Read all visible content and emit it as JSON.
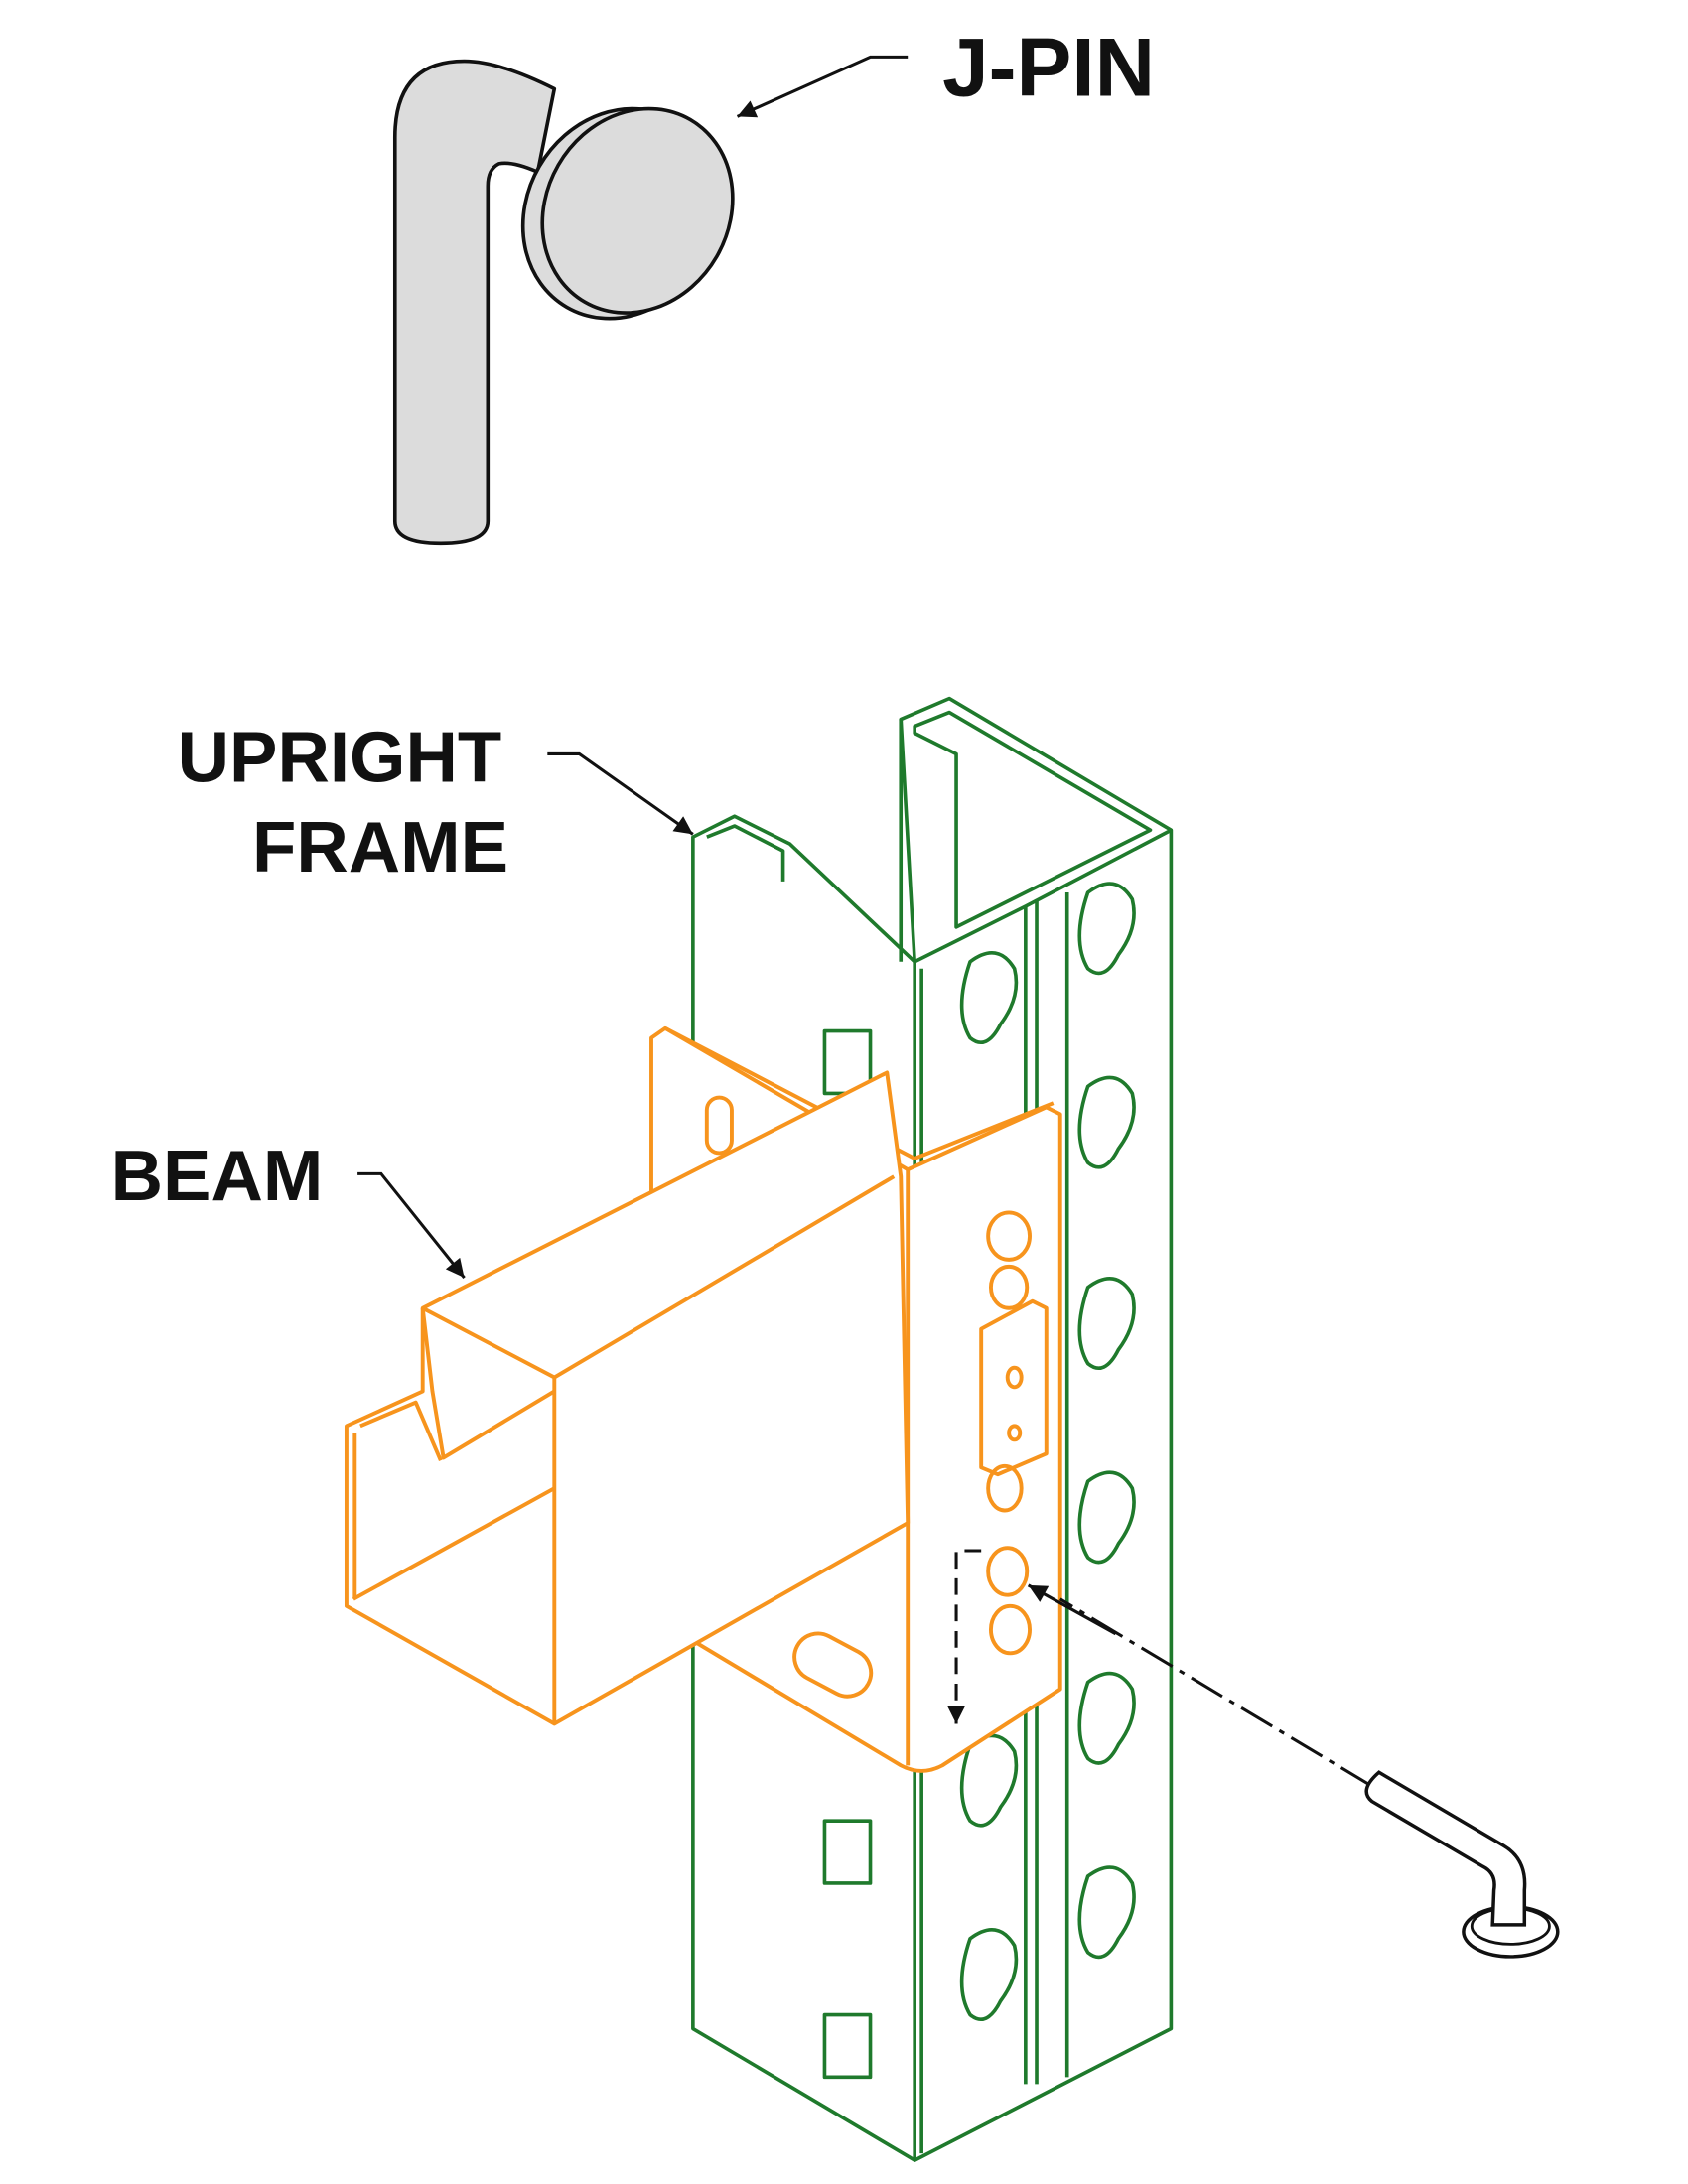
{
  "labels": {
    "jpin": "J-PIN",
    "upright_line1": "UPRIGHT",
    "upright_line2": "FRAME",
    "beam": "BEAM"
  },
  "colors": {
    "upright": "#1f7a2c",
    "beam": "#f7941d",
    "pin_fill": "#dcdcdc"
  }
}
